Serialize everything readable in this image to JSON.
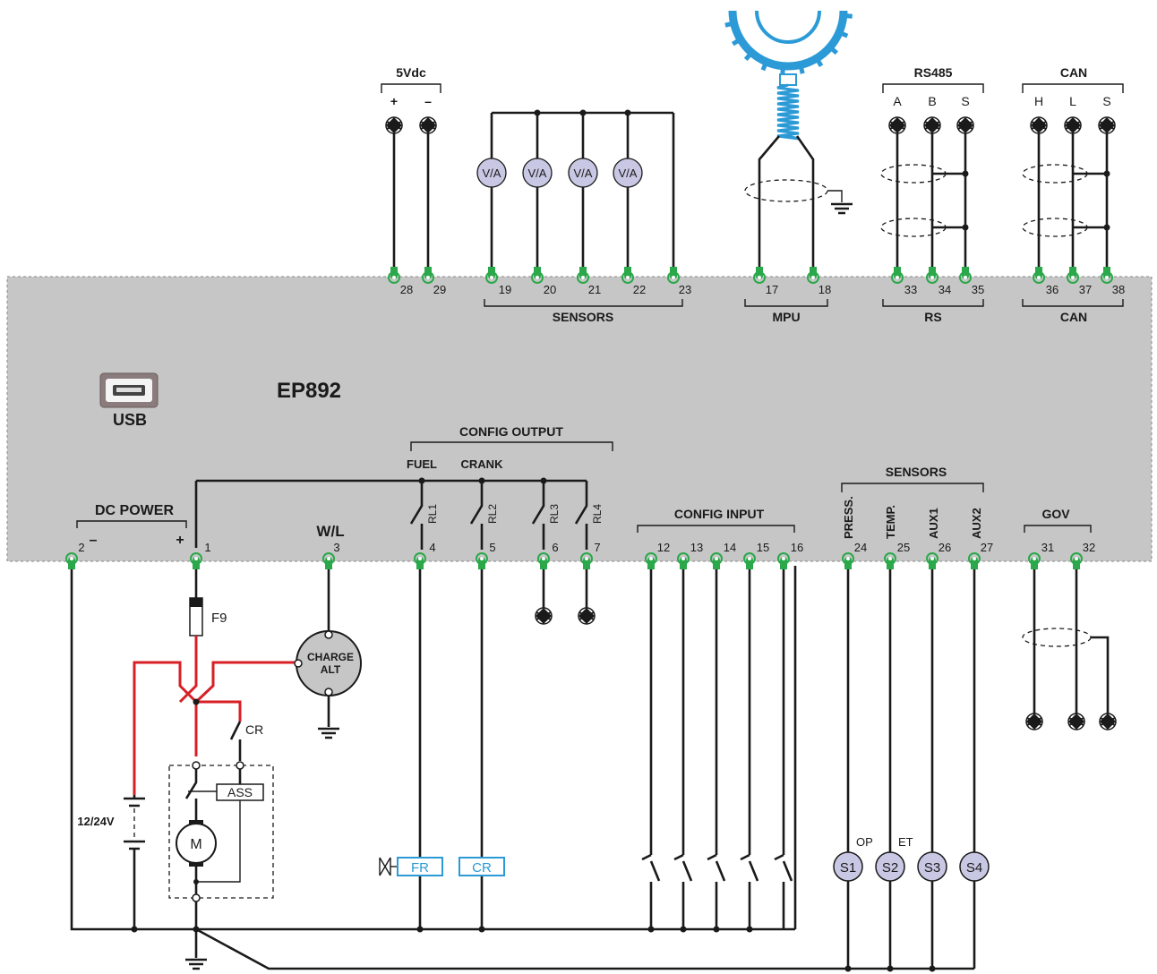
{
  "device": {
    "model": "EP892",
    "usb_label": "USB"
  },
  "top_terminals": {
    "power_5v": {
      "label": "5Vdc",
      "plus": "+",
      "minus": "–",
      "terminals": [
        "28",
        "29"
      ]
    },
    "sensors": {
      "label": "SENSORS",
      "terminals": [
        "19",
        "20",
        "21",
        "22",
        "23"
      ],
      "gauges": [
        "V/A",
        "V/A",
        "V/A",
        "V/A"
      ]
    },
    "mpu": {
      "label": "MPU",
      "terminals": [
        "17",
        "18"
      ]
    },
    "rs": {
      "label": "RS",
      "header": "RS485",
      "pins": [
        "A",
        "B",
        "S"
      ],
      "terminals": [
        "33",
        "34",
        "35"
      ]
    },
    "can": {
      "label": "CAN",
      "header": "CAN",
      "pins": [
        "H",
        "L",
        "S"
      ],
      "terminals": [
        "36",
        "37",
        "38"
      ]
    }
  },
  "bottom_terminals": {
    "dc_power": {
      "label": "DC POWER",
      "minus": "–",
      "plus": "+",
      "terminals": [
        "2",
        "1"
      ]
    },
    "wl": {
      "label": "W/L",
      "terminal": "3"
    },
    "config_output": {
      "label": "CONFIG OUTPUT",
      "fuel": "FUEL",
      "crank": "CRANK",
      "relays": [
        "RL1",
        "RL2",
        "RL3",
        "RL4"
      ],
      "terminals": [
        "4",
        "5",
        "6",
        "7"
      ]
    },
    "config_input": {
      "label": "CONFIG INPUT",
      "terminals": [
        "12",
        "13",
        "14",
        "15",
        "16"
      ]
    },
    "sensors": {
      "label": "SENSORS",
      "inputs": [
        "PRESS.",
        "TEMP.",
        "AUX1",
        "AUX2"
      ],
      "terminals": [
        "24",
        "25",
        "26",
        "27"
      ],
      "senders": [
        "S1",
        "S2",
        "S3",
        "S4"
      ],
      "sender_tags": [
        "OP",
        "ET"
      ]
    },
    "gov": {
      "label": "GOV",
      "terminals": [
        "31",
        "32"
      ]
    }
  },
  "external": {
    "fuse": "F9",
    "charge_alt": [
      "CHARGE",
      "ALT"
    ],
    "cr_contact": "CR",
    "ass": "ASS",
    "motor": "M",
    "battery": "12/24V",
    "fuel_relay": "FR",
    "crank_relay": "CR"
  },
  "colors": {
    "panel": "#c6c6c6",
    "terminal": "#2aa84a",
    "power_wire": "#d81f26",
    "relay_coil": "#2b9ad6",
    "gauge": "#c9c8e4"
  }
}
